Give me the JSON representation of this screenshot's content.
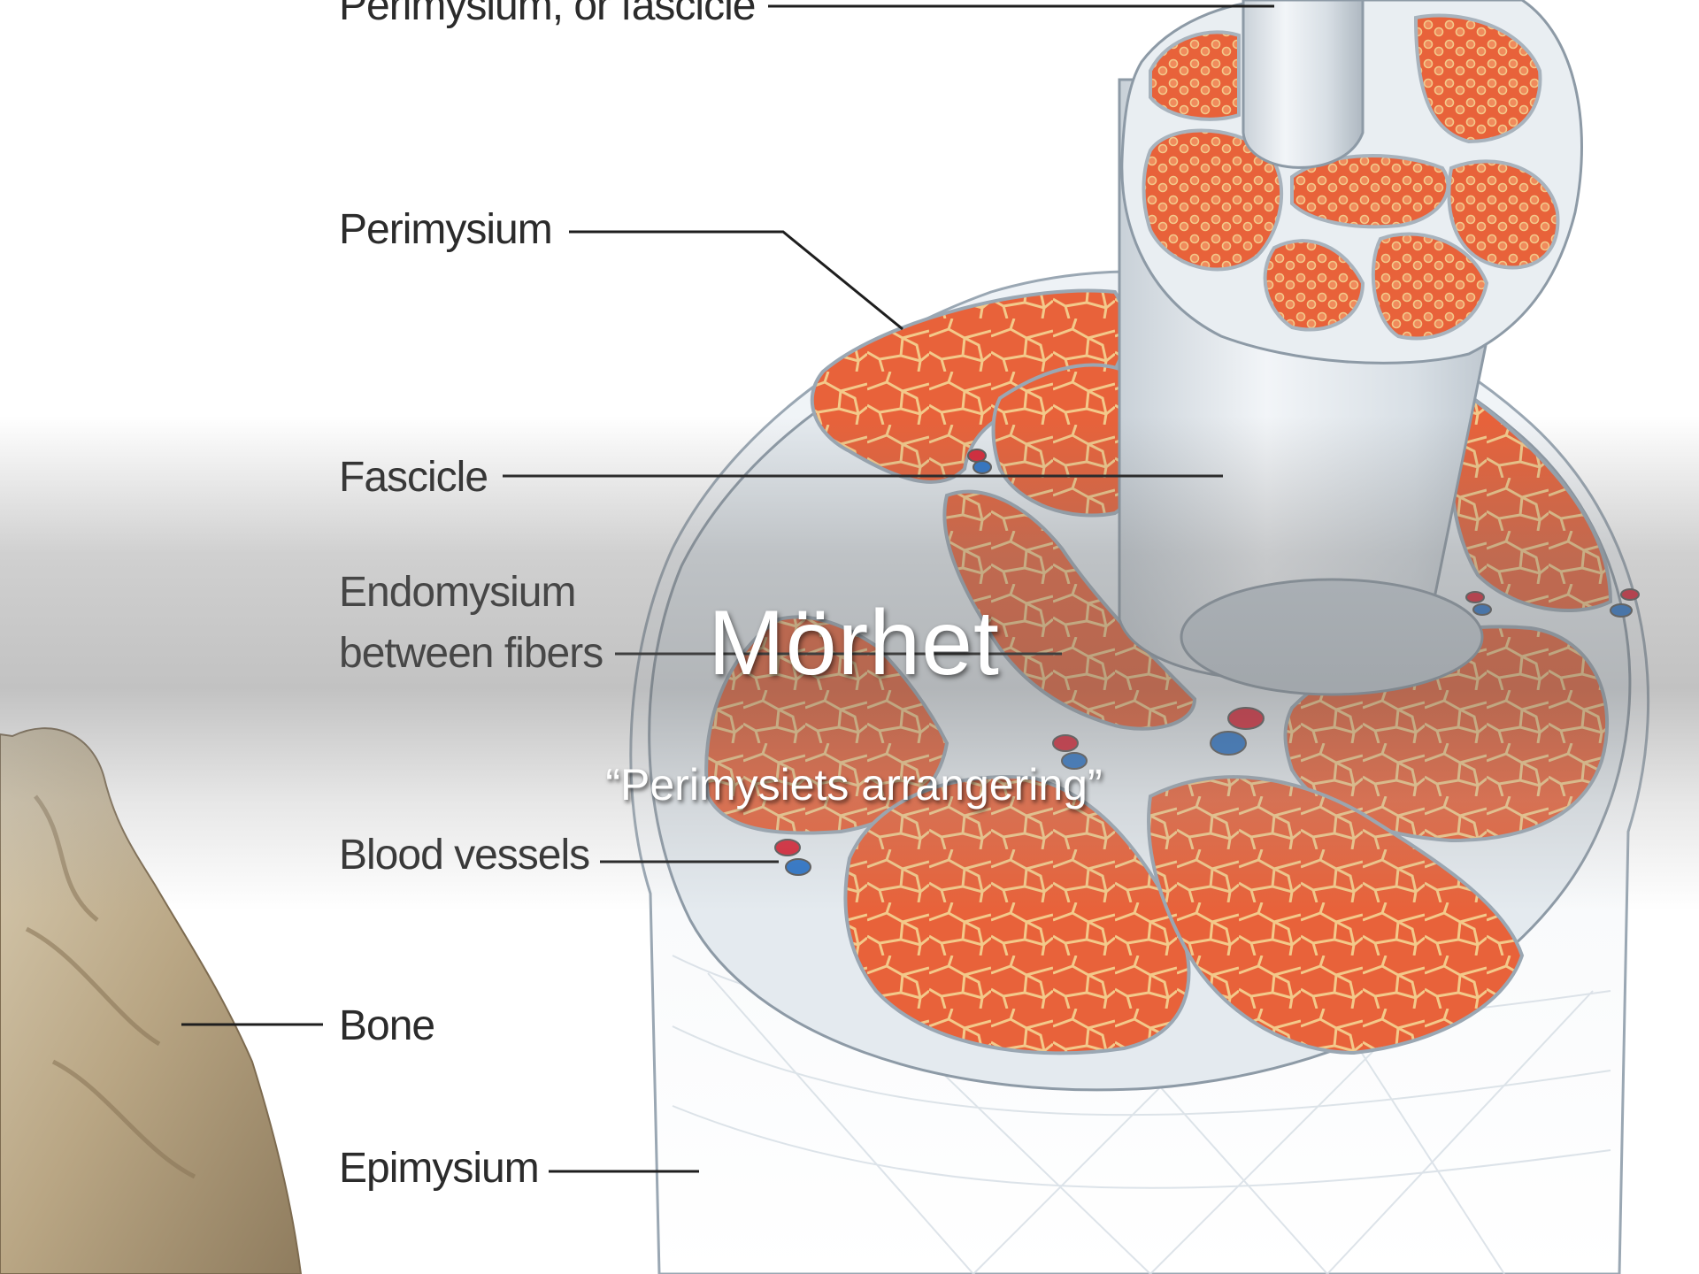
{
  "slide": {
    "title": "Mörhet",
    "subtitle": "“Perimysiets arrangering”"
  },
  "labels": {
    "perimysium_or_fascicle": "Perimysium, or fascicle",
    "perimysium": "Perimysium",
    "fascicle": "Fascicle",
    "endomysium_line1": "Endomysium",
    "endomysium_line2": "between fibers",
    "blood_vessels": "Blood vessels",
    "bone": "Bone",
    "epimysium": "Epimysium"
  },
  "colors": {
    "muscle": "#e8623a",
    "fiber_outline": "#f3c98a",
    "connective_tissue": "#dfe6ec",
    "artery": "#d8283a",
    "vein": "#2f76c8",
    "bone": "#c8b89a"
  }
}
